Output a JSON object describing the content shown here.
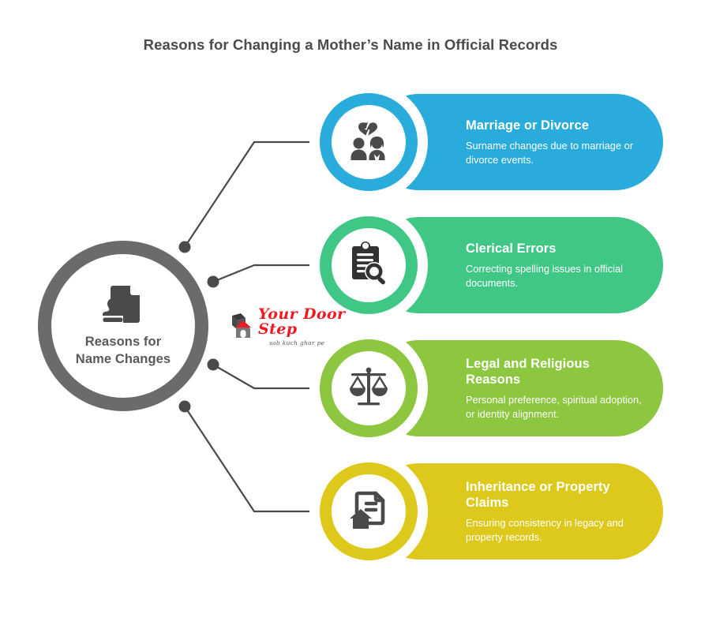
{
  "title": "Reasons for Changing a Mother’s Name in Official Records",
  "hub": {
    "label_line1": "Reasons for",
    "label_line2": "Name Changes",
    "icon": "document-stamp-icon",
    "color": "#6b6b6b"
  },
  "connector": {
    "color": "#4a4a4a",
    "dot_color": "#4a4a4a"
  },
  "cards": [
    {
      "heading": "Marriage or Divorce",
      "description": "Surname changes due to marriage or divorce events.",
      "color": "#29abdb",
      "icon": "broken-heart-couple-icon"
    },
    {
      "heading": "Clerical Errors",
      "description": "Correcting spelling issues in official documents.",
      "color": "#41c785",
      "icon": "clipboard-magnifier-icon"
    },
    {
      "heading": "Legal and Religious Reasons",
      "description": "Personal preference, spiritual adoption, or identity alignment.",
      "color": "#8dc63f",
      "icon": "scales-of-justice-icon"
    },
    {
      "heading": "Inheritance or Property Claims",
      "description": "Ensuring consistency in legacy and property records.",
      "color": "#ddc81c",
      "icon": "document-house-icon"
    }
  ],
  "watermark": {
    "brand": "Your Door Step",
    "tagline": "sab kuch ghar pe",
    "brand_color": "#ed1c24",
    "icon": "house-logo-icon"
  }
}
